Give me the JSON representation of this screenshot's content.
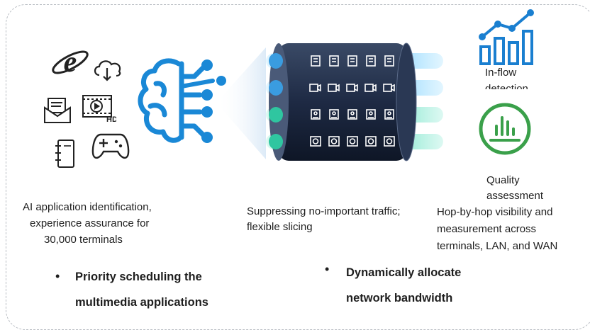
{
  "colors": {
    "brain_blue": "#1a88d6",
    "chart_blue": "#1a7fd0",
    "gauge_green": "#3aa04a",
    "frame_border": "#b8bcc2",
    "text": "#1e1e1e"
  },
  "icons": [
    "ie-browser-icon",
    "cloud-download-icon",
    "mail-icon",
    "hd-video-icon",
    "notebook-icon",
    "gamepad-icon",
    "brain-ai-icon",
    "traffic-pipe",
    "chart-growth-icon",
    "quality-gauge-icon"
  ],
  "left": {
    "caption_line1": "AI application identification,",
    "caption_line2": "experience assurance for",
    "caption_line3": "30,000 terminals",
    "bullet": "•",
    "bold_line1": "Priority scheduling the",
    "bold_line2": "multimedia applications"
  },
  "middle": {
    "caption_line1": "Suppressing no-important traffic;",
    "caption_line2": "flexible slicing",
    "bullet": "•",
    "bold_line1": "Dynamically allocate",
    "bold_line2": "network bandwidth"
  },
  "right": {
    "inflow_line1": "In-flow",
    "inflow_line2": "detection",
    "quality_line1": "Quality",
    "quality_line2": "assessment",
    "caption_line1": "Hop-by-hop visibility and",
    "caption_line2": "measurement across",
    "caption_line3": "terminals, LAN, and WAN"
  }
}
